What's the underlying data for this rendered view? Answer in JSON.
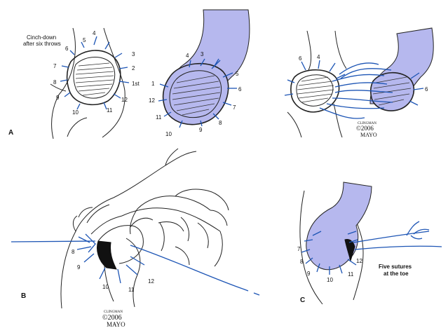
{
  "colors": {
    "vein_fill": "#b6b8ee",
    "suture": "#1d55b5",
    "ink": "#222222"
  },
  "panel_labels": {
    "a": "A",
    "b": "B",
    "c": "C"
  },
  "annotations": {
    "cinch_line1": "Cinch-down",
    "cinch_line2": "after six throws",
    "first_label": "1st",
    "five_line1": "Five sutures",
    "five_line2": "at the toe"
  },
  "copyright": {
    "a": {
      "artist": "CLINGMAN",
      "year": "©2006",
      "org": "MAYO"
    },
    "b": {
      "artist": "CLINGMAN",
      "year": "©2006",
      "org": "MAYO"
    }
  },
  "numbers": {
    "n1": "1",
    "n2": "2",
    "n3": "3",
    "n4": "4",
    "n5": "5",
    "n6": "6",
    "n7": "7",
    "n8": "8",
    "n9": "9",
    "n10": "10",
    "n11": "11",
    "n12": "12"
  }
}
